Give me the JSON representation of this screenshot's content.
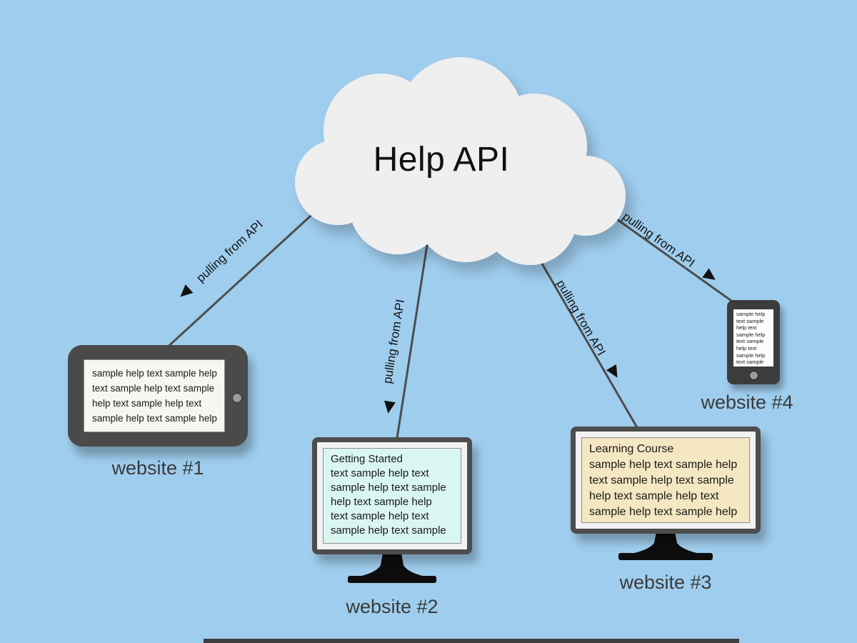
{
  "cloud": {
    "title": "Help API"
  },
  "connections": [
    {
      "label": "pulling from API"
    },
    {
      "label": "pulling from API"
    },
    {
      "label": "pulling from API"
    },
    {
      "label": "pulling from API"
    }
  ],
  "websites": [
    {
      "name": "website #1",
      "device": "tablet",
      "screen_text": "sample help text sample help\ntext sample help text sample\nhelp text sample help text\nsample help text sample help"
    },
    {
      "name": "website #2",
      "device": "desktop monitor",
      "heading": "Getting Started",
      "screen_text": "text sample help text\nsample help text sample\nhelp text sample help\ntext sample help text\nsample help text sample"
    },
    {
      "name": "website #3",
      "device": "desktop monitor",
      "heading": "Learning Course",
      "screen_text": "sample help text sample help\ntext sample help text sample\nhelp text sample help text\nsample help text sample help"
    },
    {
      "name": "website #4",
      "device": "phone",
      "screen_text": "sample help\ntext sample\nhelp text\nsample help\ntext sample\nhelp text\nsample help\ntext sample"
    }
  ],
  "colors": {
    "background": "#9fcdee",
    "cloud": "#efefef",
    "line": "#4d4d4d",
    "tablet_body": "#4a4a4a",
    "monitor_bezel": "#f2f2f2",
    "monitor_border": "#4d4d4d",
    "screen_website2": "#d9f6f1",
    "screen_website3": "#f5e7c2",
    "phone_body": "#3c3c3c",
    "text": "#1a1a1a"
  }
}
